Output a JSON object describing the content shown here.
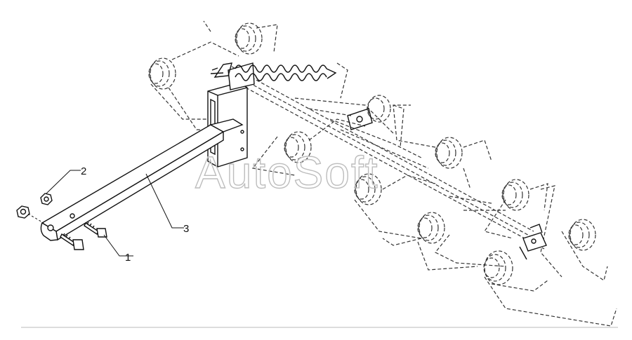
{
  "diagram": {
    "watermark": "AutoSoft",
    "callouts": [
      {
        "id": "1",
        "label": "1"
      },
      {
        "id": "2",
        "label": "2"
      },
      {
        "id": "3",
        "label": "3"
      }
    ],
    "colors": {
      "line": "#111111",
      "watermark": "#bdbdbd",
      "rule": "#bbbbbb"
    }
  }
}
